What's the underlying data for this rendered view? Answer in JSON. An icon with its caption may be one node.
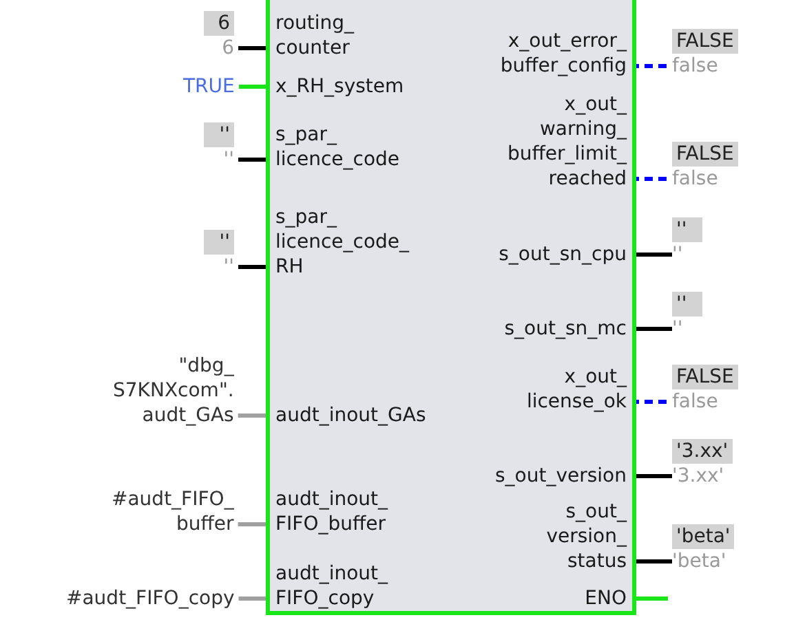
{
  "diagram": {
    "nodes": [
      {
        "text": [],
        "shape": "box"
      },
      {
        "text": [
          "6",
          "6"
        ]
      },
      {
        "text": [
          "routing_ counter"
        ],
        "in": 0
      },
      {
        "text": [
          "TRUE"
        ]
      },
      {
        "text": [
          "x_RH_system"
        ],
        "in": 0
      },
      {
        "text": [
          "''",
          "''"
        ]
      },
      {
        "text": [
          "s_par_ licence_code"
        ],
        "in": 0
      },
      {
        "text": [
          "''",
          "''"
        ]
      },
      {
        "text": [
          "s_par_ licence_code_ RH"
        ],
        "in": 0
      },
      {
        "text": [
          "\"dbg_ S7KNXcom\". audt_GAs"
        ]
      },
      {
        "text": [
          "audt_inout_GAs"
        ],
        "in": 0
      },
      {
        "text": [
          "#audt_FIFO_ buffer"
        ]
      },
      {
        "text": [
          "audt_inout_ FIFO_buffer"
        ],
        "in": 0
      },
      {
        "text": [
          "#audt_FIFO_copy"
        ]
      },
      {
        "text": [
          "audt_inout_ FIFO_copy"
        ],
        "in": 0
      },
      {
        "text": [
          "x_out_error_ buffer_config"
        ],
        "in": 0
      },
      {
        "text": [
          "FALSE",
          "false"
        ]
      },
      {
        "text": [
          "x_out_ warning_ buffer_limit_ reached"
        ],
        "in": 0
      },
      {
        "text": [
          "FALSE",
          "false"
        ]
      },
      {
        "text": [
          "s_out_sn_cpu"
        ],
        "in": 0
      },
      {
        "text": [
          "''",
          "''"
        ]
      },
      {
        "text": [
          "s_out_sn_mc"
        ],
        "in": 0
      },
      {
        "text": [
          "''",
          "''"
        ]
      },
      {
        "text": [
          "x_out_ license_ok"
        ],
        "in": 0
      },
      {
        "text": [
          "FALSE",
          "false"
        ]
      },
      {
        "text": [
          "s_out_version"
        ],
        "in": 0
      },
      {
        "text": [
          "'3.xx'",
          "'3.xx'"
        ]
      },
      {
        "text": [
          "s_out_ version_ status"
        ],
        "in": 0
      },
      {
        "text": [
          "'beta'",
          "'beta'"
        ]
      },
      {
        "text": [
          "ENO"
        ],
        "in": 0
      }
    ],
    "edges": [
      {
        "from": 1,
        "to": 2,
        "arrow": "none"
      },
      {
        "from": 3,
        "to": 4,
        "arrow": "none",
        "color": "#19e619"
      },
      {
        "from": 5,
        "to": 6,
        "arrow": "none"
      },
      {
        "from": 7,
        "to": 8,
        "arrow": "none"
      },
      {
        "from": 9,
        "to": 10,
        "arrow": "none",
        "color": "#a0a0a0"
      },
      {
        "from": 11,
        "to": 12,
        "arrow": "none",
        "color": "#a0a0a0"
      },
      {
        "from": 13,
        "to": 14,
        "arrow": "none",
        "color": "#a0a0a0"
      },
      {
        "from": 15,
        "to": 16,
        "arrow": "none",
        "style": "dashed",
        "color": "#0000ff"
      },
      {
        "from": 17,
        "to": 18,
        "arrow": "none",
        "style": "dashed",
        "color": "#0000ff"
      },
      {
        "from": 19,
        "to": 20,
        "arrow": "none"
      },
      {
        "from": 21,
        "to": 22,
        "arrow": "none"
      },
      {
        "from": 23,
        "to": 24,
        "arrow": "none",
        "style": "dashed",
        "color": "#0000ff"
      },
      {
        "from": 25,
        "to": 26,
        "arrow": "none"
      },
      {
        "from": 27,
        "to": 28,
        "arrow": "none"
      },
      {
        "from": 29,
        "to": null,
        "arrow": "none",
        "color": "#19e619"
      }
    ]
  }
}
